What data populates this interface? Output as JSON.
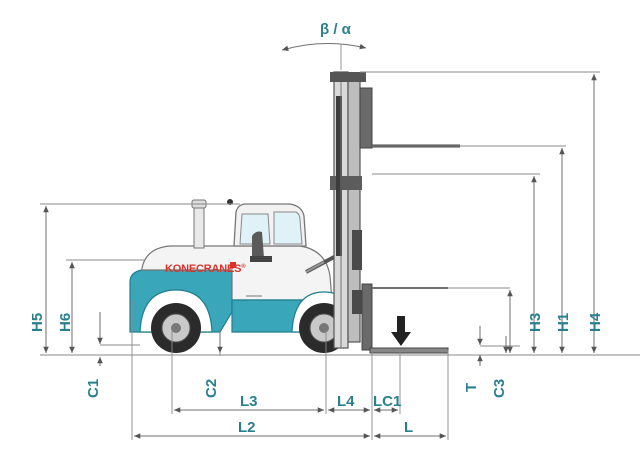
{
  "diagram": {
    "labels": {
      "angle": "β / α",
      "H1": "H1",
      "H3": "H3",
      "H4": "H4",
      "H5": "H5",
      "H6": "H6",
      "C1": "C1",
      "C2": "C2",
      "C3": "C3",
      "T": "T",
      "L": "L",
      "L2": "L2",
      "L3": "L3",
      "L4": "L4",
      "LC1": "LC1"
    },
    "brand": "KONECRANES",
    "colors": {
      "body": "#3aa6b9",
      "body_dark": "#1f7f90",
      "label": "#2a7f8f",
      "brand_red": "#d8342c",
      "tire": "#2b2b2b"
    },
    "icons": [
      "load-arrow-icon"
    ]
  }
}
